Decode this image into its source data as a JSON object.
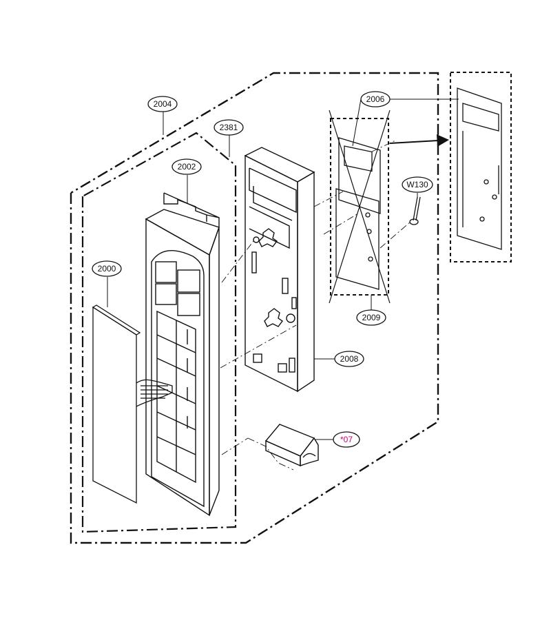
{
  "callouts": {
    "c2004": "2004",
    "c2381": "2381",
    "c2002": "2002",
    "c2000": "2000",
    "c2006": "2006",
    "cW130": "W130",
    "c2009": "2009",
    "c2008": "2008",
    "c07": "*07"
  },
  "colors": {
    "line": "#111111",
    "accent_label": "#cc0077",
    "background": "#ffffff"
  }
}
